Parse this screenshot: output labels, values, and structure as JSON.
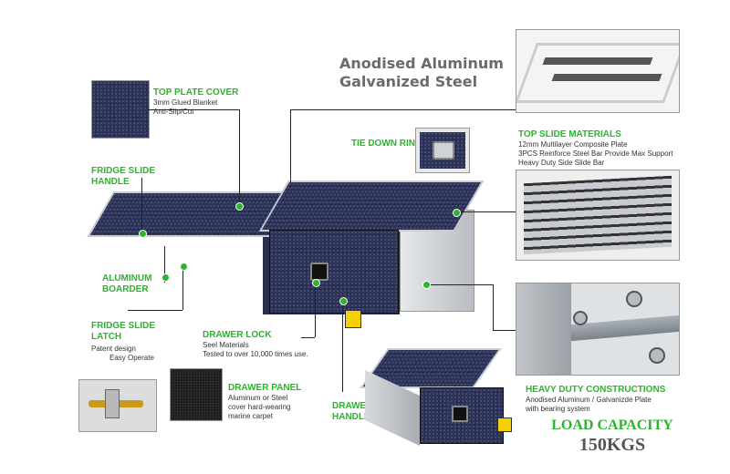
{
  "header": {
    "line1": "Anodised Aluminum",
    "line2": "Galvanized Steel"
  },
  "callouts": {
    "top_plate": {
      "title": "TOP PLATE COVER",
      "lines": [
        "3mm Glued  Blanket",
        "Anti-Slip/Cut"
      ]
    },
    "fridge_handle": {
      "title1": "FRIDGE SLIDE",
      "title2": "HANDLE"
    },
    "tie_down": {
      "title": "TIE DOWN RING"
    },
    "top_slide": {
      "title": "TOP SLIDE MATERIALS",
      "lines": [
        "12mm Multilayer Composite Plate",
        "3PCS Reinforce Steel Bar Provide Max Support",
        "Heavy Duty Side Slide Bar"
      ]
    },
    "aluminum": {
      "title1": "ALUMINUM",
      "title2": "BOARDER"
    },
    "fridge_latch": {
      "title1": "FRIDGE SLIDE",
      "title2": "LATCH",
      "lines": [
        "Patent design",
        "Easy Operate"
      ]
    },
    "drawer_lock": {
      "title": "DRAWER LOCK",
      "lines": [
        "Seel Materials",
        "Tested to over 10,000 times use."
      ]
    },
    "drawer_panel": {
      "title": "DRAWER PANEL",
      "lines": [
        "Aluminum or Steel",
        "cover hard-wearing",
        "marine carpet"
      ]
    },
    "drawer_handle": {
      "title1": "DRAWER",
      "title2": "HANDLE"
    },
    "heavy_duty": {
      "title": "HEAVY DUTY CONSTRUCTIONS",
      "lines": [
        "Anodised Aluminum / Galvanizde Plate",
        "with bearing system"
      ]
    }
  },
  "load": {
    "title": "LOAD CAPACITY",
    "value": "150KGS"
  },
  "colors": {
    "accent": "#2bb52b",
    "carpet": "#2d3457",
    "heading": "#6b6b6b"
  }
}
